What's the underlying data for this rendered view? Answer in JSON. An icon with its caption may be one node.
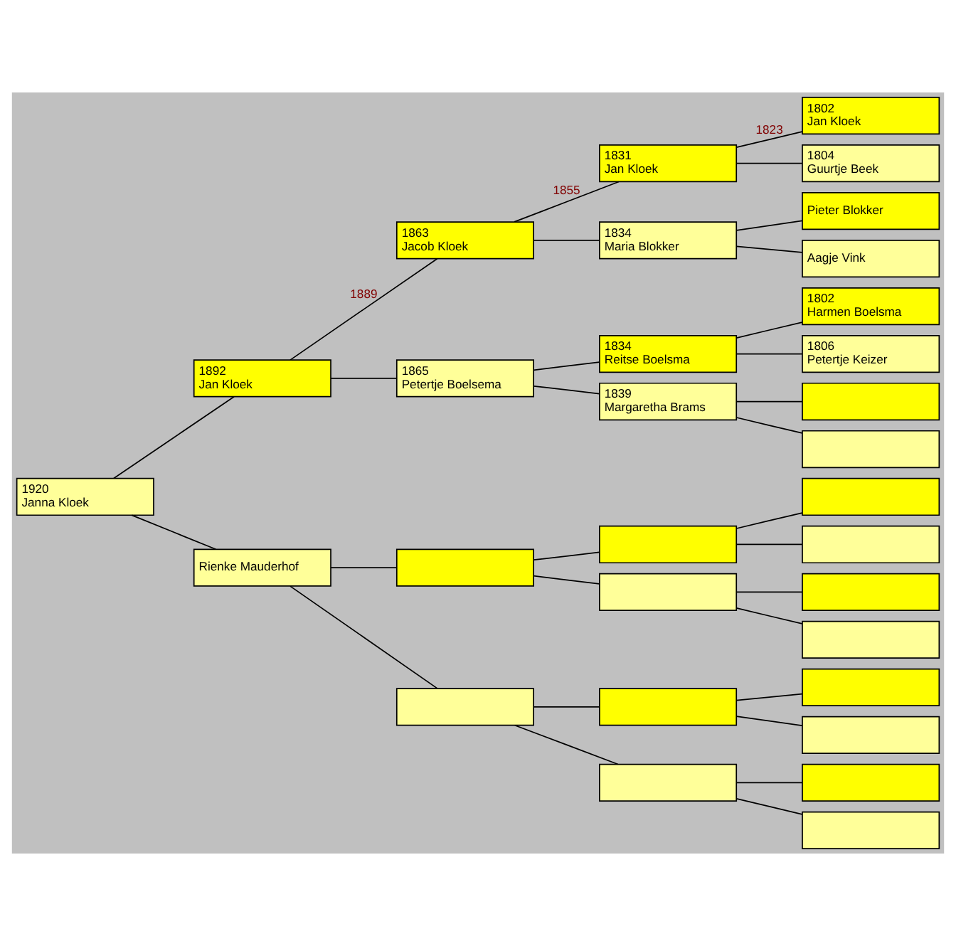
{
  "diagram": {
    "nodes": [
      {
        "text": [
          "1920",
          "Janna Kloek"
        ]
      },
      {
        "text": [
          "1892",
          "Jan Kloek"
        ]
      },
      {
        "text": [
          "Rienke Mauderhof"
        ]
      },
      {
        "text": [
          "1863",
          "Jacob Kloek"
        ]
      },
      {
        "text": [
          "1865",
          "Petertje Boelsema"
        ]
      },
      {
        "text": [],
        "shape": "box"
      },
      {
        "text": [],
        "shape": "box"
      },
      {
        "text": [
          "1831",
          "Jan Kloek"
        ]
      },
      {
        "text": [
          "1834",
          "Maria Blokker"
        ]
      },
      {
        "text": [
          "1834",
          "Reitse Boelsma"
        ]
      },
      {
        "text": [
          "1839",
          "Margaretha Brams"
        ]
      },
      {
        "text": [],
        "shape": "box"
      },
      {
        "text": [],
        "shape": "box"
      },
      {
        "text": [],
        "shape": "box"
      },
      {
        "text": [],
        "shape": "box"
      },
      {
        "text": [
          "1802",
          "Jan Kloek"
        ]
      },
      {
        "text": [
          "1804",
          "Guurtje Beek"
        ]
      },
      {
        "text": [
          "Pieter Blokker"
        ]
      },
      {
        "text": [
          "Aagje Vink"
        ]
      },
      {
        "text": [
          "1802",
          "Harmen Boelsma"
        ]
      },
      {
        "text": [
          "1806",
          "Petertje Keizer"
        ]
      },
      {
        "text": [],
        "shape": "box"
      },
      {
        "text": [],
        "shape": "box"
      },
      {
        "text": [],
        "shape": "box"
      },
      {
        "text": [],
        "shape": "box"
      },
      {
        "text": [],
        "shape": "box"
      },
      {
        "text": [],
        "shape": "box"
      },
      {
        "text": [],
        "shape": "box"
      },
      {
        "text": [],
        "shape": "box"
      },
      {
        "text": [],
        "shape": "box"
      },
      {
        "text": [],
        "shape": "box"
      }
    ],
    "edges": [
      {
        "from": 0,
        "to": 1,
        "arrow": "none"
      },
      {
        "from": 0,
        "to": 2,
        "arrow": "none"
      },
      {
        "from": 1,
        "to": 3,
        "arrow": "none",
        "label": "1889"
      },
      {
        "from": 1,
        "to": 4,
        "arrow": "none"
      },
      {
        "from": 2,
        "to": 5,
        "arrow": "none"
      },
      {
        "from": 2,
        "to": 6,
        "arrow": "none"
      },
      {
        "from": 3,
        "to": 7,
        "arrow": "none",
        "label": "1855"
      },
      {
        "from": 3,
        "to": 8,
        "arrow": "none"
      },
      {
        "from": 4,
        "to": 9,
        "arrow": "none"
      },
      {
        "from": 4,
        "to": 10,
        "arrow": "none"
      },
      {
        "from": 5,
        "to": 11,
        "arrow": "none"
      },
      {
        "from": 5,
        "to": 12,
        "arrow": "none"
      },
      {
        "from": 6,
        "to": 13,
        "arrow": "none"
      },
      {
        "from": 6,
        "to": 14,
        "arrow": "none"
      },
      {
        "from": 7,
        "to": 15,
        "arrow": "none",
        "label": "1823"
      },
      {
        "from": 7,
        "to": 16,
        "arrow": "none"
      },
      {
        "from": 8,
        "to": 17,
        "arrow": "none"
      },
      {
        "from": 8,
        "to": 18,
        "arrow": "none"
      },
      {
        "from": 9,
        "to": 19,
        "arrow": "none"
      },
      {
        "from": 9,
        "to": 20,
        "arrow": "none"
      },
      {
        "from": 10,
        "to": 21,
        "arrow": "none"
      },
      {
        "from": 10,
        "to": 22,
        "arrow": "none"
      },
      {
        "from": 11,
        "to": 23,
        "arrow": "none"
      },
      {
        "from": 11,
        "to": 24,
        "arrow": "none"
      },
      {
        "from": 12,
        "to": 25,
        "arrow": "none"
      },
      {
        "from": 12,
        "to": 26,
        "arrow": "none"
      },
      {
        "from": 13,
        "to": 27,
        "arrow": "none"
      },
      {
        "from": 13,
        "to": 28,
        "arrow": "none"
      },
      {
        "from": 14,
        "to": 29,
        "arrow": "none"
      },
      {
        "from": 14,
        "to": 30,
        "arrow": "none"
      }
    ]
  }
}
